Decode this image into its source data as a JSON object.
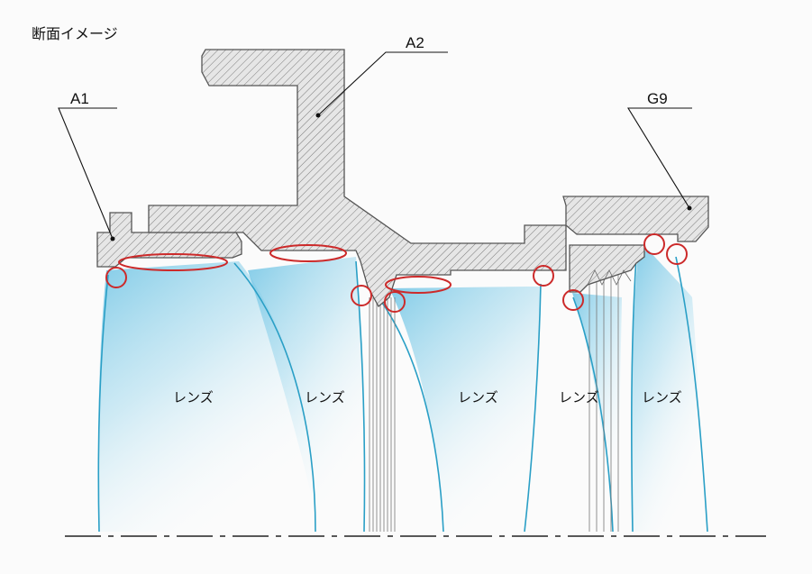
{
  "diagram": {
    "title": "断面イメージ",
    "parts": {
      "a1": "A1",
      "a2": "A2",
      "g9": "G9"
    },
    "lens_label": "レンズ",
    "colors": {
      "lens_edge": "#2a9fc6",
      "lens_fill": "#8fd2ea",
      "seal_mark": "#cc2a2a",
      "hatch": "#555555"
    }
  }
}
